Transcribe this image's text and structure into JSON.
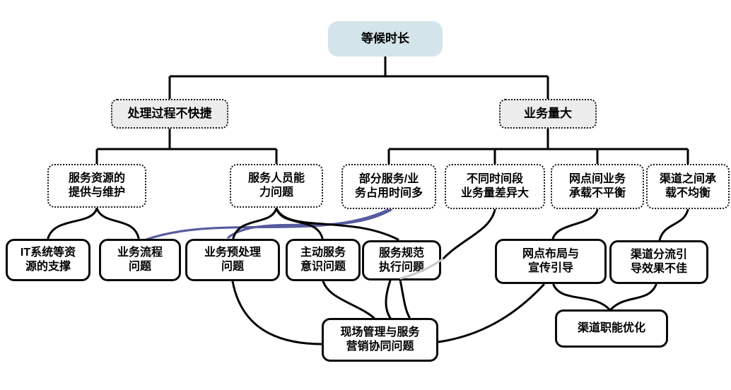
{
  "nodes": {
    "root": {
      "label": "等候时长"
    },
    "l2_process": {
      "label": "处理过程不快捷"
    },
    "l2_volume": {
      "label": "业务量大"
    },
    "l3_resource": {
      "label": "服务资源的\n提供与维护"
    },
    "l3_staff": {
      "label": "服务人员能\n力问题"
    },
    "l3_partial": {
      "label": "部分服务/业\n务占用时间多"
    },
    "l3_timeslot": {
      "label": "不同时间段\n业务量差异大"
    },
    "l3_branch": {
      "label": "网点间业务\n承载不平衡"
    },
    "l3_channel": {
      "label": "渠道之间承\n载不均衡"
    },
    "l4_it": {
      "label": "IT系统等资\n源的支撑"
    },
    "l4_flow": {
      "label": "业务流程\n问题"
    },
    "l4_preprocess": {
      "label": "业务预处理\n问题"
    },
    "l4_proactive": {
      "label": "主动服务\n意识问题"
    },
    "l4_standard": {
      "label": "服务规范\n执行问题"
    },
    "l4_layout": {
      "label": "网点布局与\n宣传引导"
    },
    "l4_divert": {
      "label": "渠道分流引\n导效果不佳"
    },
    "l5_onsite": {
      "label": "现场管理与服务\n营销协同问题"
    },
    "l5_channelopt": {
      "label": "渠道职能优化"
    }
  },
  "colors": {
    "root_fill": "#d3e5ea",
    "l2_fill": "#ececec",
    "node_fill": "#ffffff",
    "line": "#000000",
    "highlight_line": "#565b9f",
    "occluded_line": "#c8c8c8"
  },
  "edges": [
    {
      "from": "等候时长",
      "to": "处理过程不快捷",
      "style": "angular-black"
    },
    {
      "from": "等候时长",
      "to": "业务量大",
      "style": "angular-black"
    },
    {
      "from": "处理过程不快捷",
      "to": "服务资源的提供与维护",
      "style": "angular-black"
    },
    {
      "from": "处理过程不快捷",
      "to": "服务人员能力问题",
      "style": "angular-black"
    },
    {
      "from": "业务量大",
      "to": "部分服务/业务占用时间多",
      "style": "angular-black"
    },
    {
      "from": "业务量大",
      "to": "不同时间段业务量差异大",
      "style": "angular-black"
    },
    {
      "from": "业务量大",
      "to": "网点间业务承载不平衡",
      "style": "angular-black"
    },
    {
      "from": "业务量大",
      "to": "渠道之间承载不均衡",
      "style": "angular-black"
    },
    {
      "from": "服务资源的提供与维护",
      "to": "IT系统等资源的支撑",
      "style": "curve-black"
    },
    {
      "from": "服务资源的提供与维护",
      "to": "业务流程问题",
      "style": "curve-black"
    },
    {
      "from": "服务人员能力问题",
      "to": "业务预处理问题",
      "style": "curve-black"
    },
    {
      "from": "服务人员能力问题",
      "to": "主动服务意识问题",
      "style": "curve-black"
    },
    {
      "from": "服务人员能力问题",
      "to": "服务规范执行问题",
      "style": "curve-black"
    },
    {
      "from": "部分服务/业务占用时间多",
      "to": "业务流程问题",
      "style": "curve-blue"
    },
    {
      "from": "部分服务/业务占用时间多",
      "to": "业务预处理问题",
      "style": "curve-blue"
    },
    {
      "from": "不同时间段业务量差异大",
      "to": "现场管理与服务营销协同问题",
      "style": "curve-black-behind-box"
    },
    {
      "from": "业务预处理问题",
      "to": "现场管理与服务营销协同问题",
      "style": "curve-black"
    },
    {
      "from": "主动服务意识问题",
      "to": "现场管理与服务营销协同问题",
      "style": "curve-black"
    },
    {
      "from": "服务规范执行问题",
      "to": "现场管理与服务营销协同问题",
      "style": "curve-black"
    },
    {
      "from": "现场管理与服务营销协同问题",
      "to": "网点布局与宣传引导",
      "style": "curve-black"
    },
    {
      "from": "网点间业务承载不平衡",
      "to": "网点布局与宣传引导",
      "style": "curve-black"
    },
    {
      "from": "渠道之间承载不均衡",
      "to": "渠道分流引导效果不佳",
      "style": "curve-black"
    },
    {
      "from": "网点布局与宣传引导",
      "to": "渠道职能优化",
      "style": "curve-black"
    },
    {
      "from": "渠道分流引导效果不佳",
      "to": "渠道职能优化",
      "style": "curve-black"
    }
  ]
}
